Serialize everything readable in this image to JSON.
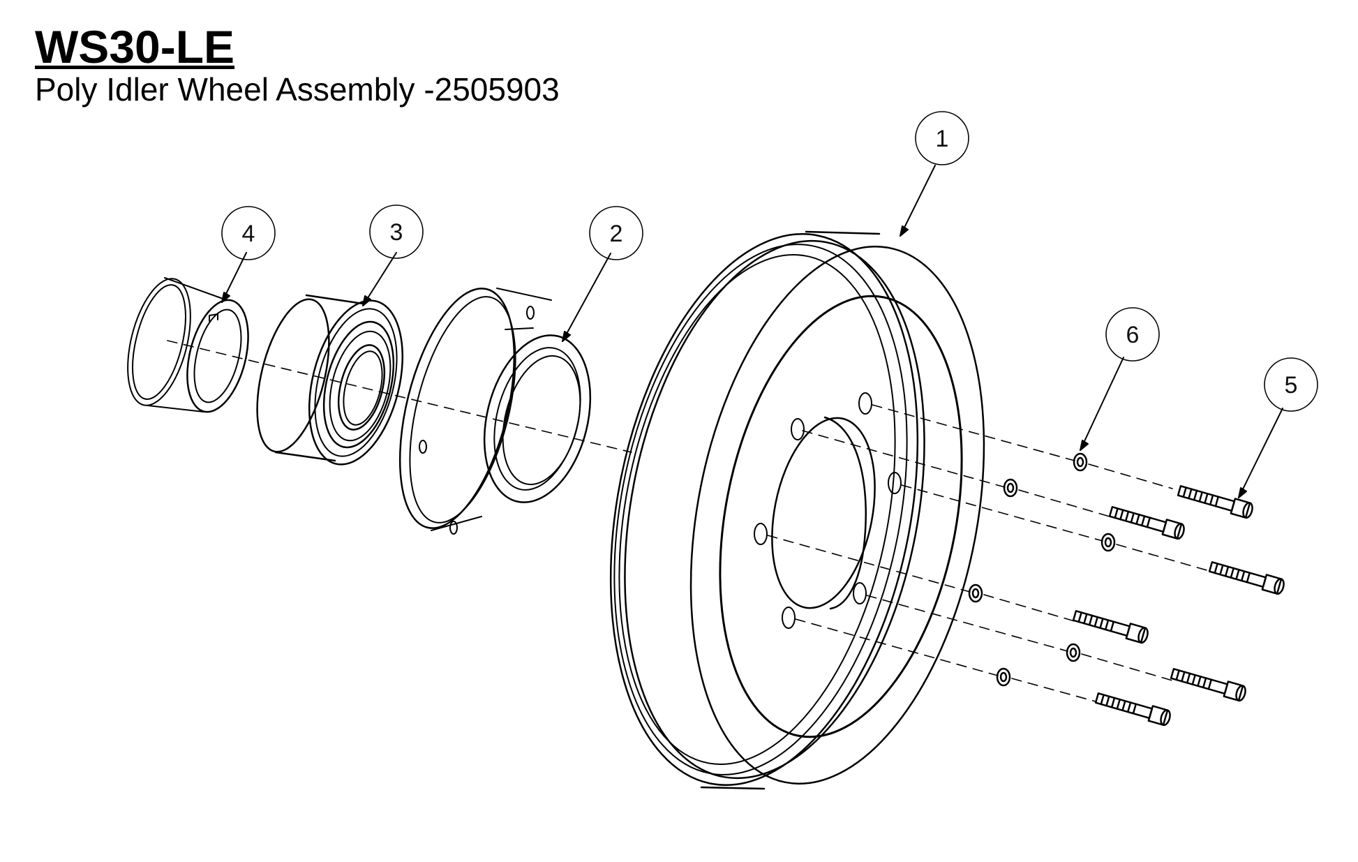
{
  "title": "WS30-LE",
  "subtitle": "Poly Idler Wheel Assembly -2505903",
  "callouts": [
    {
      "label": "1",
      "part": "poly-idler-wheel"
    },
    {
      "label": "2",
      "part": "hub-flange"
    },
    {
      "label": "3",
      "part": "ball-bearing"
    },
    {
      "label": "4",
      "part": "flanged-bushing"
    },
    {
      "label": "5",
      "part": "socket-head-cap-screw"
    },
    {
      "label": "6",
      "part": "lock-washer"
    }
  ],
  "colors": {
    "line": "#000000",
    "background": "#ffffff"
  }
}
